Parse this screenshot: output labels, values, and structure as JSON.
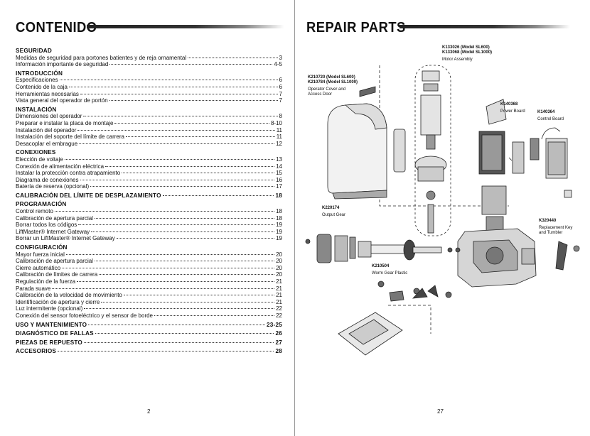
{
  "left_page": {
    "title": "CONTENIDO",
    "page_number": "2",
    "sections": [
      {
        "heading": "SEGURIDAD",
        "items": [
          {
            "text": "Medidas de seguridad para portones batientes y de reja ornamental",
            "page": "3"
          },
          {
            "text": "Información importante de seguridad",
            "page": "4-5"
          }
        ]
      },
      {
        "heading": "INTRODUCCIÓN",
        "items": [
          {
            "text": "Especificaciones",
            "page": "6"
          },
          {
            "text": "Contenido de la caja",
            "page": "6"
          },
          {
            "text": "Herramientas necesarias",
            "page": "7"
          },
          {
            "text": "Vista general del operador de portón",
            "page": "7"
          }
        ]
      },
      {
        "heading": "INSTALACIÓN",
        "items": [
          {
            "text": "Dimensiones del operador",
            "page": "8"
          },
          {
            "text": "Preparar e instalar la placa de montaje",
            "page": "8-10"
          },
          {
            "text": "Instalación del operador",
            "page": "11"
          },
          {
            "text": "Instalación del soporte del límite de carrera",
            "page": "11"
          },
          {
            "text": "Desacoplar el embrague",
            "page": "12"
          }
        ]
      },
      {
        "heading": "CONEXIONES",
        "items": [
          {
            "text": "Elección de voltaje",
            "page": "13"
          },
          {
            "text": "Conexión de alimentación eléctrica",
            "page": "14"
          },
          {
            "text": "Instalar la protección contra atrapamiento",
            "page": "15"
          },
          {
            "text": "Diagrama de conexiones",
            "page": "16"
          },
          {
            "text": "Batería de reserva (opcional)",
            "page": "17"
          }
        ]
      },
      {
        "row": {
          "text": "CALIBRACIÓN DEL LÍMITE DE DESPLAZAMIENTO",
          "page": "18"
        }
      },
      {
        "heading": "PROGRAMACIÓN",
        "items": [
          {
            "text": "Control remoto",
            "page": "18"
          },
          {
            "text": "Calibración de apertura parcial",
            "page": "18"
          },
          {
            "text": "Borrar todos los códigos",
            "page": "19"
          },
          {
            "text": "LiftMaster® Internet Gateway",
            "page": "19"
          },
          {
            "text": "Borrar un LiftMaster® Internet Gateway",
            "page": "19"
          }
        ]
      },
      {
        "heading": "CONFIGURACIÓN",
        "items": [
          {
            "text": "Mayor fuerza inicial",
            "page": "20"
          },
          {
            "text": "Calibración de apertura parcial",
            "page": "20"
          },
          {
            "text": "Cierre automático",
            "page": "20"
          },
          {
            "text": "Calibración de límites de carrera",
            "page": "20"
          },
          {
            "text": "Regulación de la fuerza",
            "page": "21"
          },
          {
            "text": "Parada suave",
            "page": "21"
          },
          {
            "text": "Calibración de la velocidad de movimiento",
            "page": "21"
          },
          {
            "text": "Identificación de apertura y cierre",
            "page": "21"
          },
          {
            "text": "Luz intermitente (opcional)",
            "page": "22"
          },
          {
            "text": "Conexión del sensor fotoeléctrico y el sensor de borde",
            "page": "22"
          }
        ]
      },
      {
        "row": {
          "text": "USO Y MANTENIMIENTO",
          "page": "23-25"
        }
      },
      {
        "row": {
          "text": "DIAGNÓSTICO DE FALLAS",
          "page": "26"
        }
      },
      {
        "row": {
          "text": "PIEZAS DE REPUESTO",
          "page": "27"
        }
      },
      {
        "row": {
          "text": "ACCESORIOS",
          "page": "28"
        }
      }
    ]
  },
  "right_page": {
    "title": "REPAIR PARTS",
    "page_number": "27",
    "parts": {
      "motor": {
        "line1": "K133026 (Model SL600)",
        "line2": "K133068 (Model SL1000)",
        "name": "Motor Assembly"
      },
      "cover": {
        "line1": "K210720 (Model SL600)",
        "line2": "K210784 (Model SL1000)",
        "name1": "Operator Cover and",
        "name2": "Access Door"
      },
      "power_board": {
        "code": "K140368",
        "name": "Power Board"
      },
      "control_board": {
        "code": "K140364",
        "name": "Control Board"
      },
      "output_gear": {
        "code": "K220174",
        "name": "Output Gear"
      },
      "worm_gear": {
        "code": "K210504",
        "name": "Worm Gear Plastic"
      },
      "key": {
        "code": "K320440",
        "name1": "Replacement Key",
        "name2": "and Tumbler"
      }
    }
  }
}
